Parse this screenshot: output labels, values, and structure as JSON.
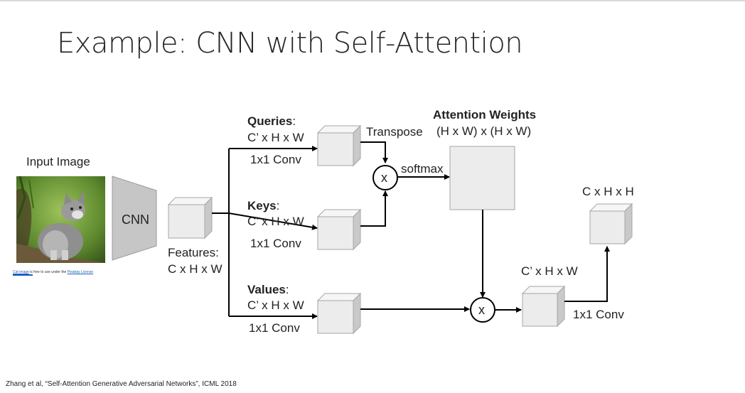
{
  "title": "Example: CNN with Self-Attention",
  "input_image_label": "Input Image",
  "cnn_label": "CNN",
  "cat_credit": {
    "link": "Cat image",
    "mid": " is free to use under the ",
    "license": "Pixabay License"
  },
  "features": {
    "label": "Features:",
    "dims": "C x H x W"
  },
  "queries": {
    "label": "Queries",
    "colon": ":",
    "dims": "C’ x H x W",
    "conv": "1x1 Conv"
  },
  "keys": {
    "label": "Keys",
    "colon": ":",
    "dims": "C’ x H x W",
    "conv": "1x1 Conv"
  },
  "values": {
    "label": "Values",
    "colon": ":",
    "dims": "C’ x H x W",
    "conv": "1x1 Conv"
  },
  "transpose": "Transpose",
  "multiply_symbol": "x",
  "softmax": "softmax",
  "attention": {
    "label": "Attention Weights",
    "dims": "(H x W) x (H x W)"
  },
  "weighted_output": {
    "dims": "C’ x H x W"
  },
  "final_conv": "1x1 Conv",
  "output": {
    "dims": "C x H x H"
  },
  "citation": "Zhang et al, “Self-Attention Generative Adversarial Networks”, ICML 2018",
  "colors": {
    "box_front": "#ececec",
    "box_side": "#c9c9c9",
    "box_top": "#f6f6f6",
    "edge": "#a6a6a6",
    "line": "#000000"
  }
}
